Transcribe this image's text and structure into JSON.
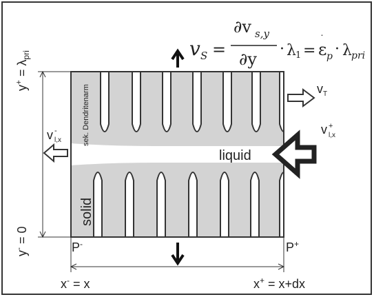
{
  "equation": {
    "lhs": "v",
    "lhs_sub": "S",
    "eq1": "=",
    "numerator": "∂v",
    "numerator_sub": "s,y",
    "denominator": "∂y",
    "dot1": "·",
    "lambda1": "λ",
    "lambda1_sub": "1",
    "eq2": "=",
    "epsilon": "ε",
    "epsilon_sub": "p",
    "dot2": "·",
    "lambda2": "λ",
    "lambda2_sub": "pri"
  },
  "labels": {
    "y_plus_top": "y",
    "y_plus_sup": "+",
    "y_plus_eq": " = λ",
    "y_plus_sub": "pri",
    "y_minus": "y",
    "y_minus_sup": "-",
    "y_minus_eq": " = 0",
    "x_minus": "x",
    "x_minus_sup": "-",
    "x_minus_eq": " = x",
    "x_plus": "x",
    "x_plus_sup": "+",
    "x_plus_eq": " = x+dx",
    "p_minus": "P",
    "p_minus_sup": "-",
    "p_plus": "P",
    "p_plus_sup": "+",
    "v_t": "v",
    "v_t_sub": "T",
    "v_lx_minus": "v",
    "v_lx_minus_sup": "-",
    "v_lx_minus_sub": "l,x",
    "v_lx_plus": "v",
    "v_lx_plus_sup": "+",
    "v_lx_plus_sub": "l,x",
    "liquid": "liquid",
    "solid": "solid",
    "dendrite_arm": "sek. Dendritenarm"
  }
}
